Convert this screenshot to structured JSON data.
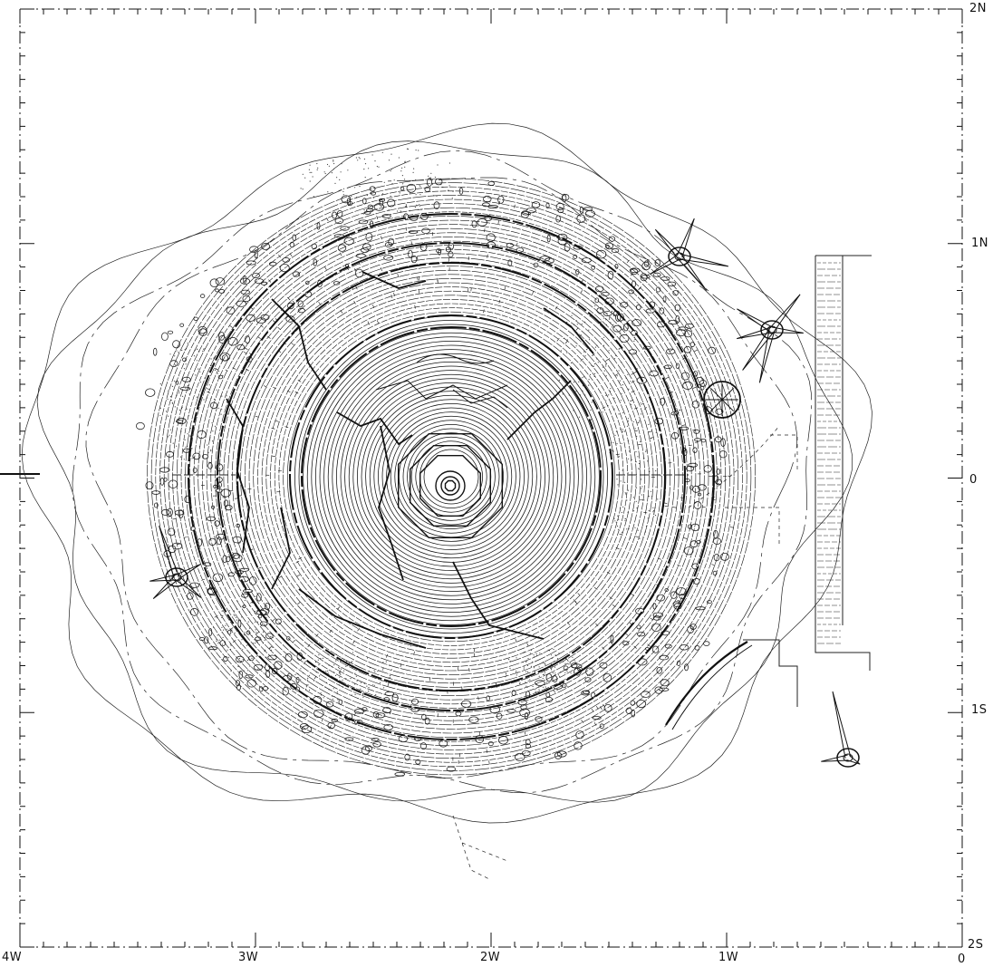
{
  "map": {
    "x_axis_labels": [
      "4W",
      "3W",
      "2W",
      "1W",
      "0"
    ],
    "y_axis_labels": [
      "2N",
      "1N",
      "0",
      "1S",
      "2S"
    ],
    "colors": {
      "ink": "#111111",
      "paper": "#ffffff",
      "stipple": "#555555"
    }
  }
}
